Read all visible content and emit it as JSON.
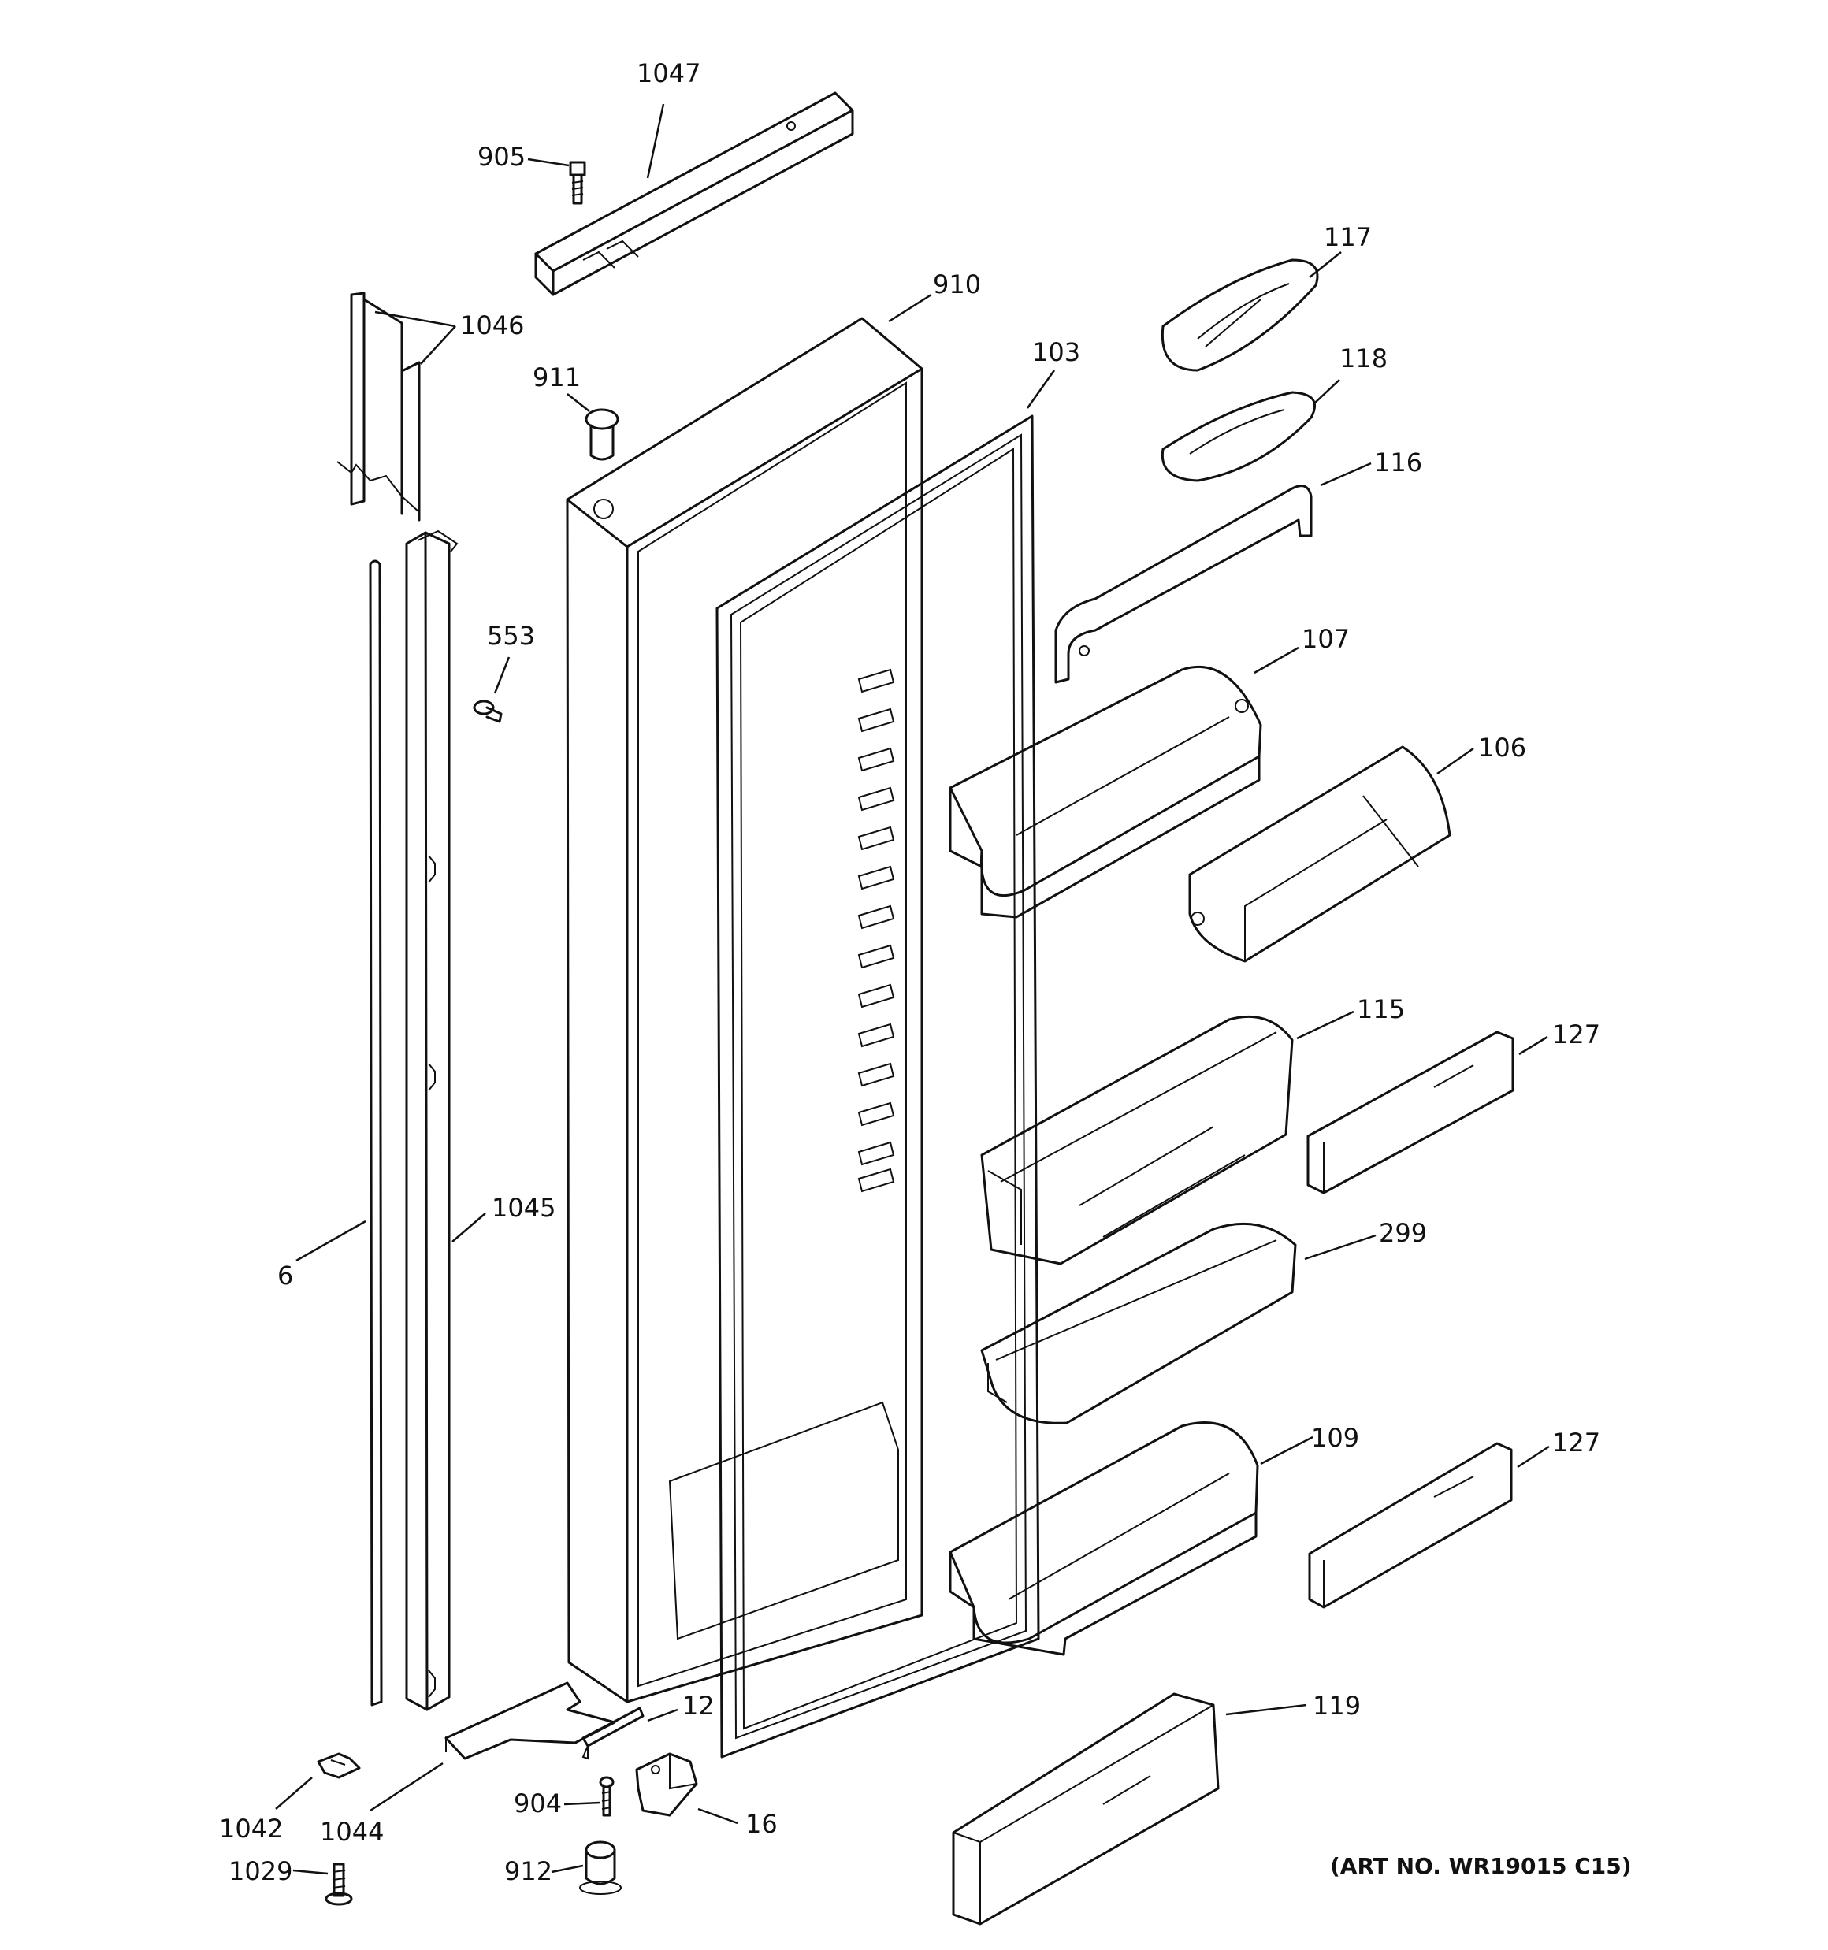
{
  "callouts": {
    "c1047": "1047",
    "c905": "905",
    "c910": "910",
    "c1046": "1046",
    "c911": "911",
    "c103": "103",
    "c117": "117",
    "c118": "118",
    "c116": "116",
    "c553": "553",
    "c107": "107",
    "c106": "106",
    "c115": "115",
    "c127a": "127",
    "c299": "299",
    "c6": "6",
    "c1045": "1045",
    "c109": "109",
    "c127b": "127",
    "c119": "119",
    "c12": "12",
    "c1042": "1042",
    "c1044": "1044",
    "c904": "904",
    "c16": "16",
    "c1029": "1029",
    "c912": "912"
  },
  "art_number": "(ART NO. WR19015 C15)"
}
